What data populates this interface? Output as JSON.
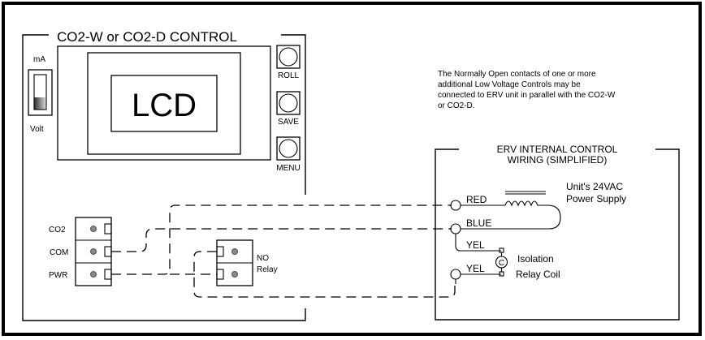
{
  "control_panel": {
    "title": "CO2-W or CO2-D CONTROL",
    "switch_top_label": "mA",
    "switch_bottom_label": "Volt",
    "lcd_label": "LCD",
    "buttons": [
      {
        "label": "ROLL"
      },
      {
        "label": "SAVE"
      },
      {
        "label": "MENU"
      }
    ],
    "terminals": [
      {
        "label": "CO2"
      },
      {
        "label": "COM"
      },
      {
        "label": "PWR"
      }
    ]
  },
  "relay": {
    "label_line1": "NO",
    "label_line2": "Relay"
  },
  "note": {
    "lines": [
      "The Normally Open contacts of one or more",
      "additional Low Voltage Controls may be",
      "connected to ERV unit in parallel with the CO2-W",
      "or CO2-D."
    ]
  },
  "erv_panel": {
    "title_line1": "ERV INTERNAL CONTROL",
    "title_line2": "WIRING (SIMPLIFIED)",
    "power_supply_line1": "Unit's 24VAC",
    "power_supply_line2": "Power Supply",
    "wires": [
      {
        "label": "RED"
      },
      {
        "label": "BLUE"
      },
      {
        "label": "YEL"
      },
      {
        "label": "YEL"
      }
    ],
    "coil_symbol": "C",
    "coil_line1": "Isolation",
    "coil_line2": "Relay Coil"
  }
}
